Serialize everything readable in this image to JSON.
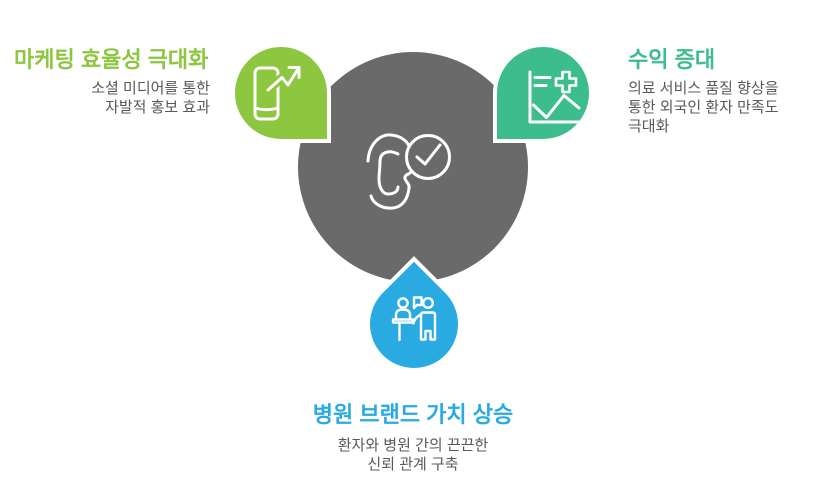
{
  "diagram": {
    "type": "central-hub-infographic",
    "center": {
      "icon": "ear-listening-check-icon",
      "circle_color": "#6a6a6a"
    },
    "colors": {
      "lime": "#8dc63f",
      "emerald": "#3dbd8d",
      "blue": "#29abe2",
      "circle_gray": "#6a6a6a",
      "desc_text_gray": "#58595b",
      "icon_stroke": "#ffffff"
    },
    "sections": {
      "marketing": {
        "title": "마케팅 효율성 극대화",
        "desc_lines": [
          "소셜 미디어를 통한",
          "자발적 홍보 효과"
        ],
        "icon": "phone-growth-arrow-icon",
        "accent": "#8dc63f"
      },
      "revenue": {
        "title": "수익 증대",
        "desc_lines": [
          "의료 서비스 품질 향상을",
          "통한 외국인 환자 만족도",
          "극대화"
        ],
        "icon": "chart-medical-plus-icon",
        "accent": "#3dbd8d"
      },
      "brand": {
        "title": "병원 브랜드 가치 상승",
        "desc_lines": [
          "환자와 병원 간의 끈끈한",
          "신뢰 관계 구축"
        ],
        "icon": "consultation-people-icon",
        "accent": "#29abe2"
      }
    }
  }
}
